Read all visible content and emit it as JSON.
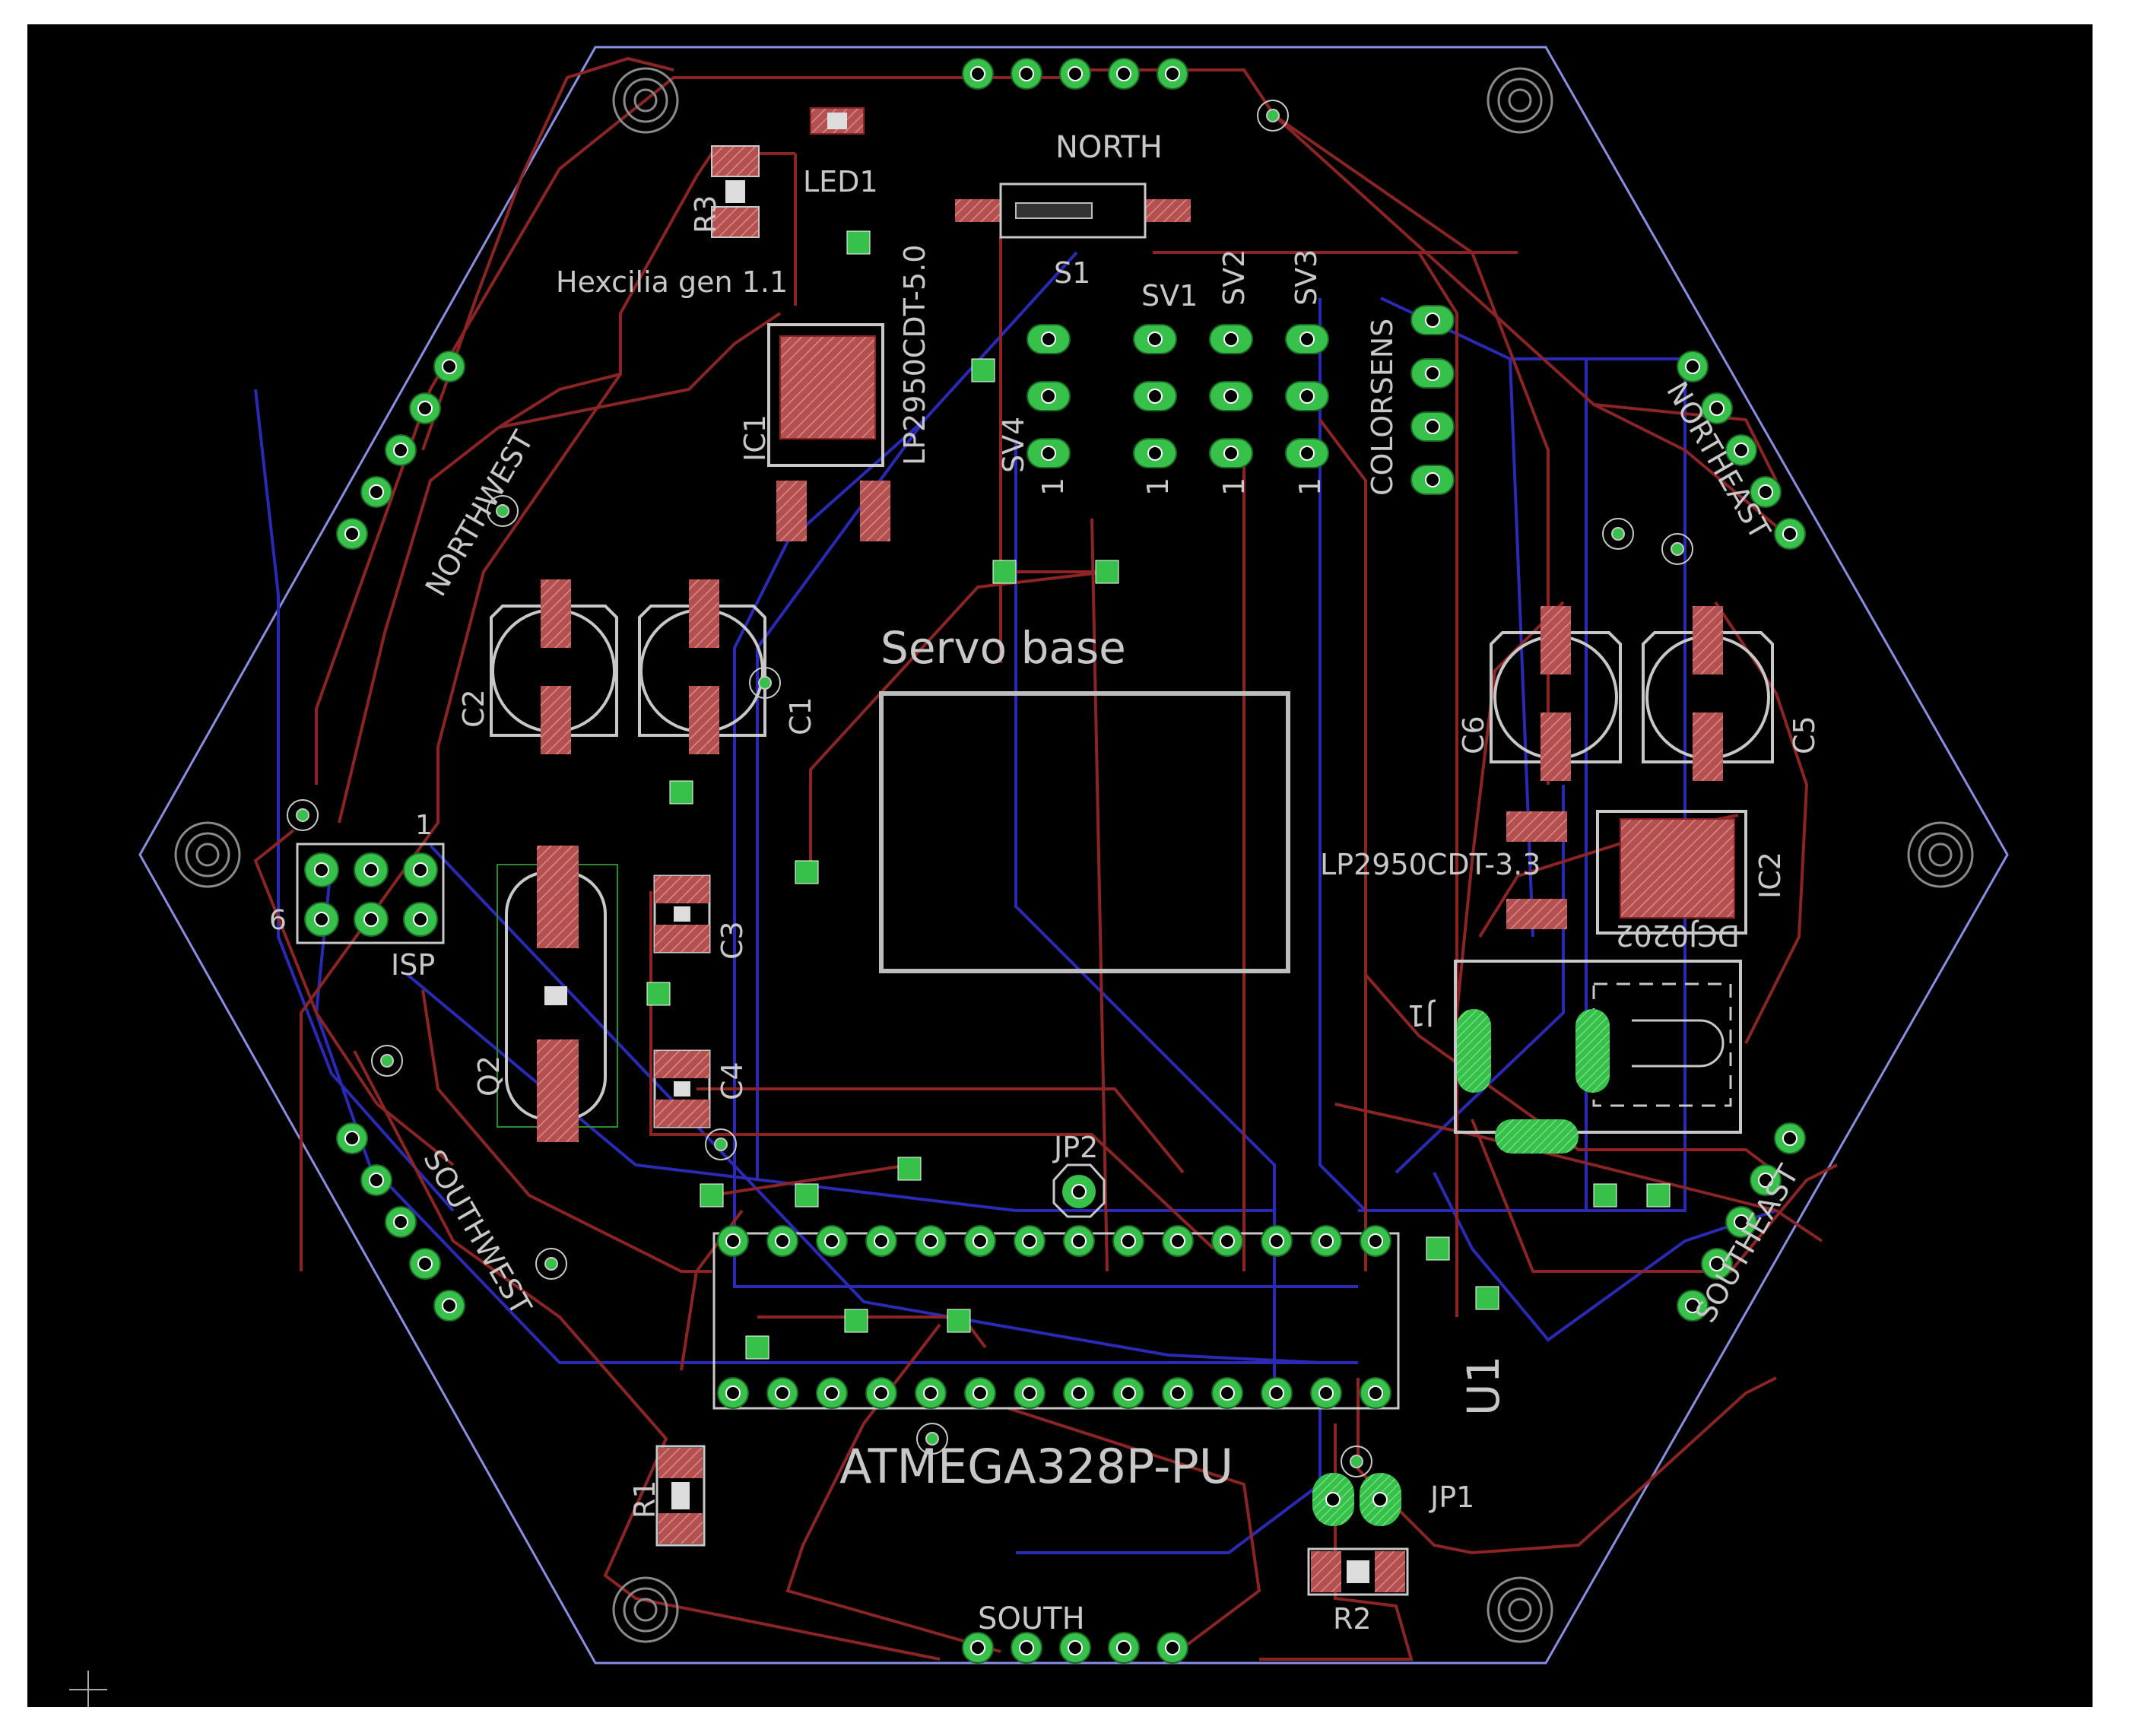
{
  "board": {
    "title": "Hexcilia gen 1.1",
    "colors": {
      "background": "#000000",
      "outline": "#8a8fe0",
      "top_copper": "#8b2525",
      "bottom_copper": "#2a2ab4",
      "pad": "#37c14a",
      "pad_smd": "#b45050",
      "silk": "#c8c8c8",
      "frame": "#ffffff"
    }
  },
  "labels": {
    "north": "NORTH",
    "south": "SOUTH",
    "northwest": "NORTHWEST",
    "northeast": "NORTHEAST",
    "southwest": "SOUTHWEST",
    "southeast": "SOUTHEAST",
    "servo_base": "Servo base",
    "atmega": "ATMEGA328P-PU",
    "lp50": "LP2950CDT-5.0",
    "lp33": "LP2950CDT-3.3",
    "colorsens": "COLORSENS",
    "dc_jack": "DCJ0202",
    "isp": "ISP",
    "isp_pin1": "1",
    "isp_pin6": "6",
    "header_pin1": "1",
    "led1": "LED1",
    "r1": "R1",
    "r2": "R2",
    "r3": "R3",
    "s1": "S1",
    "sv1": "SV1",
    "sv2": "SV2",
    "sv3": "SV3",
    "sv4": "SV4",
    "c1": "C1",
    "c2": "C2",
    "c3": "C3",
    "c4": "C4",
    "c5": "C5",
    "c6": "C6",
    "ic1": "IC1",
    "ic2": "IC2",
    "q2": "Q2",
    "u1": "U1",
    "j1": "J1",
    "jp1": "JP1",
    "jp2": "JP2"
  }
}
